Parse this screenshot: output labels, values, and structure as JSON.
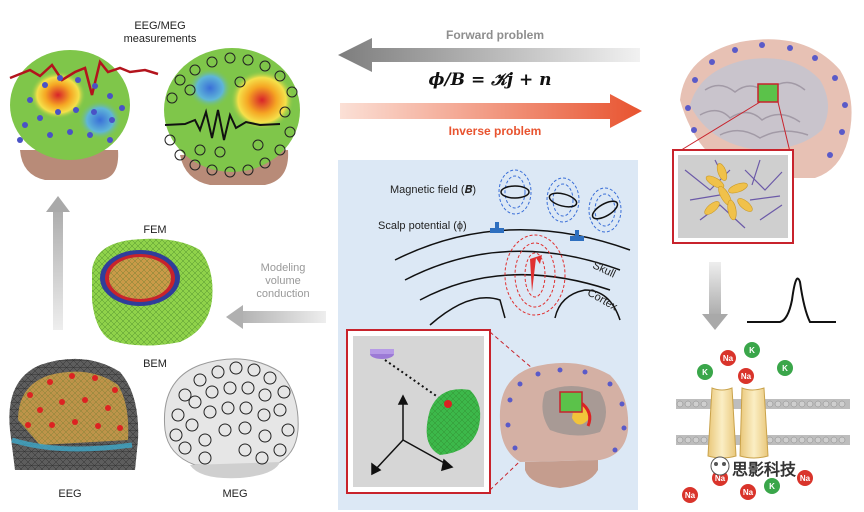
{
  "forward_label": "Forward problem",
  "inverse_label": "Inverse problem",
  "equation": "ϕ/𝑩 = 𝒦𝒋 + 𝒏",
  "eeg_meg_label_line1": "EEG/MEG",
  "eeg_meg_label_line2": "measurements",
  "fem_label": "FEM",
  "bem_label": "BEM",
  "eeg_label": "EEG",
  "meg_label": "MEG",
  "modeling_line1": "Modeling",
  "modeling_line2": "volume",
  "modeling_line3": "conduction",
  "magnetic_field_label": "Magnetic field (𝑩)",
  "scalp_potential_label": "Scalp potential (ϕ)",
  "skull_label": "Skull",
  "cortex_label": "Cortex",
  "ions": [
    {
      "symbol": "K",
      "color": "#3aa64a"
    },
    {
      "symbol": "Na",
      "color": "#d9342b"
    }
  ],
  "watermark": "思影科技",
  "colors": {
    "forward_arrow": "#8e8e8e",
    "inverse_arrow": "#e8532f",
    "center_panel": "#dce8f5",
    "highlight_box": "#c8232c",
    "brain_pink": "#d9b3a6",
    "electrode": "#5a5ac8",
    "field_green": "#6cc24a",
    "potassium": "#3aa64a",
    "sodium": "#d9342b"
  }
}
